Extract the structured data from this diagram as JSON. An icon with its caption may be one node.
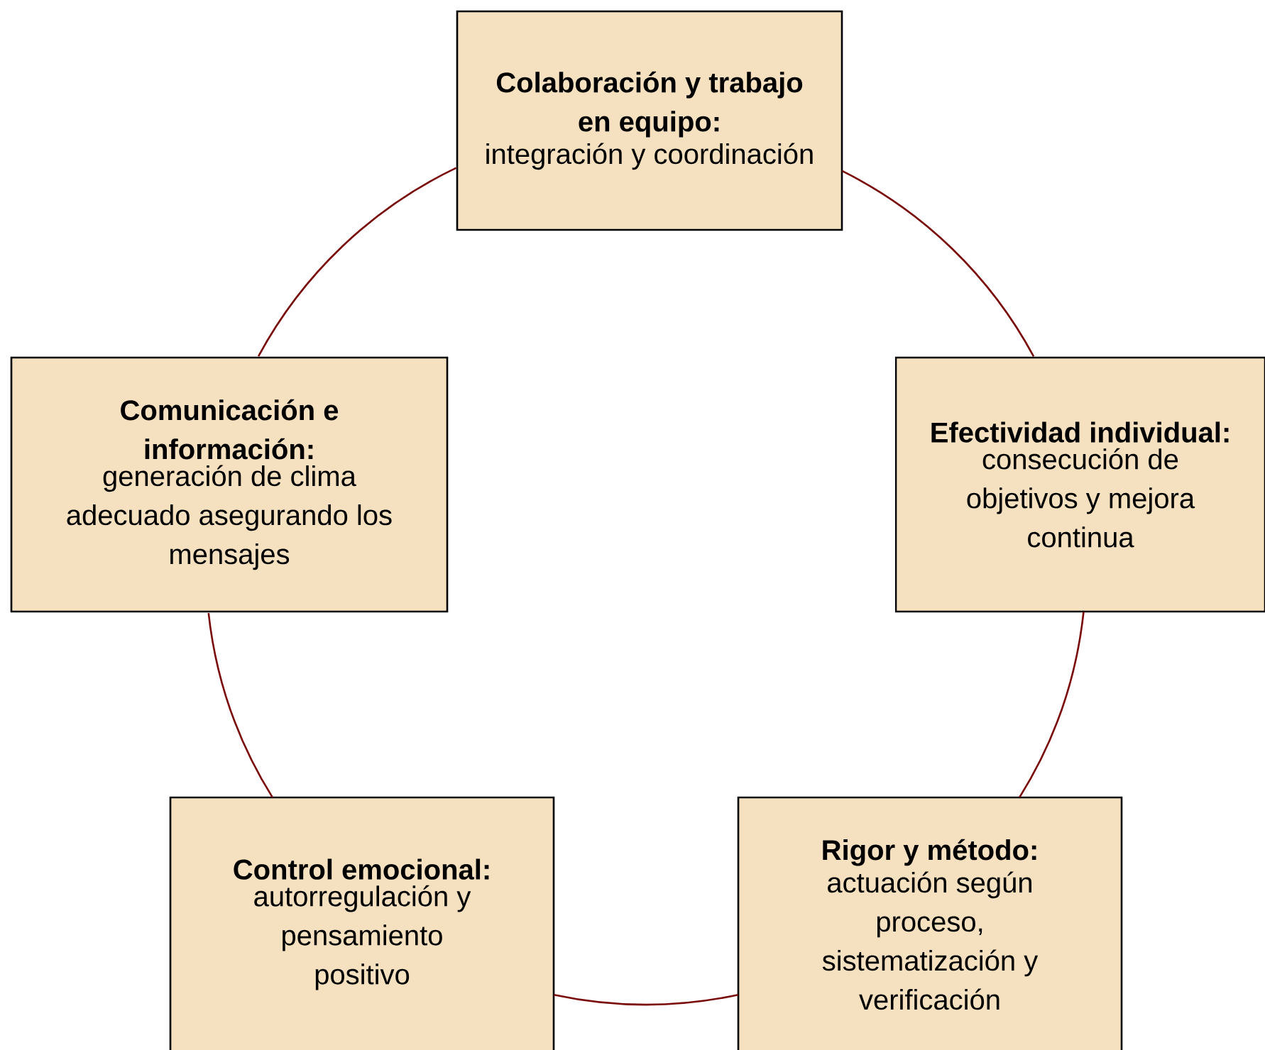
{
  "diagram": {
    "nodes": [
      {
        "text": [
          "Colaboración y trabajo en equipo:",
          "integración y coordinación"
        ]
      },
      {
        "text": [
          "Comunicación e información:",
          "generación de clima adecuado asegurando los mensajes"
        ]
      },
      {
        "text": [
          "Efectividad individual:",
          "consecución de objetivos y mejora continua"
        ]
      },
      {
        "text": [
          "Control emocional:",
          "autorregulación y pensamiento positivo"
        ]
      },
      {
        "text": [
          "Rigor y método:",
          "actuación según proceso, sistematización y verificación"
        ]
      }
    ],
    "edges": [
      {
        "from": 0,
        "to": 2,
        "arrow": "none"
      },
      {
        "from": 2,
        "to": 4,
        "arrow": "none"
      },
      {
        "from": 4,
        "to": 3,
        "arrow": "none"
      },
      {
        "from": 3,
        "to": 1,
        "arrow": "none"
      },
      {
        "from": 1,
        "to": 0,
        "arrow": "none"
      }
    ]
  }
}
